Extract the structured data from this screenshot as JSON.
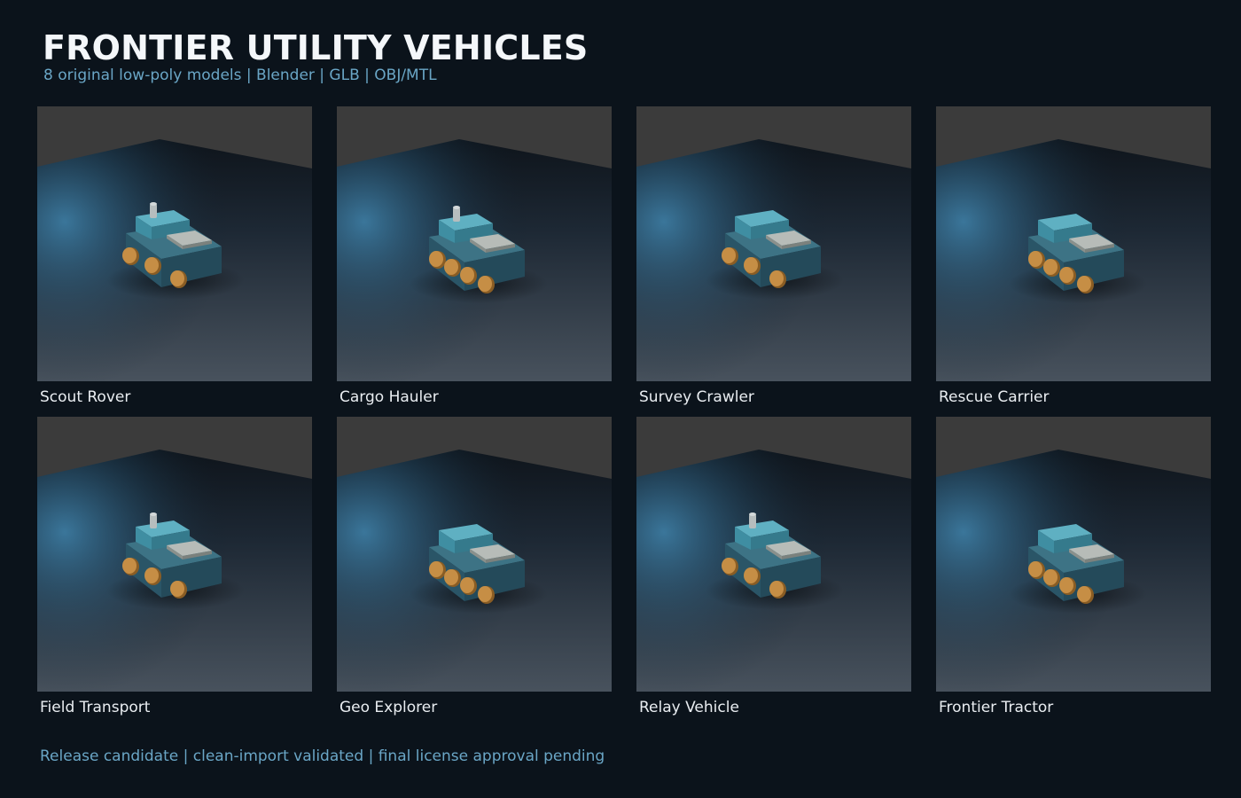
{
  "header": {
    "title": "FRONTIER UTILITY VEHICLES",
    "subtitle": "8 original low-poly models  |  Blender  |  GLB  |  OBJ/MTL"
  },
  "models": [
    {
      "name": "Scout Rover",
      "wheels": 3,
      "antenna": true
    },
    {
      "name": "Cargo Hauler",
      "wheels": 4,
      "antenna": true
    },
    {
      "name": "Survey Crawler",
      "wheels": 3,
      "antenna": false
    },
    {
      "name": "Rescue Carrier",
      "wheels": 4,
      "antenna": false
    },
    {
      "name": "Field Transport",
      "wheels": 3,
      "antenna": true
    },
    {
      "name": "Geo Explorer",
      "wheels": 4,
      "antenna": false
    },
    {
      "name": "Relay Vehicle",
      "wheels": 3,
      "antenna": true
    },
    {
      "name": "Frontier Tractor",
      "wheels": 4,
      "antenna": false
    }
  ],
  "footer": {
    "status": "Release candidate | clean-import validated | final license approval pending"
  },
  "colors": {
    "background": "#0b131b",
    "title": "#f4f7fa",
    "accent_text": "#6aa6c6",
    "label": "#e9edf1",
    "vehicle_body": "#2f6276",
    "vehicle_cab": "#3f8ea2",
    "cargo_plate": "#9ea5a2",
    "wheel": "#c68e45"
  }
}
